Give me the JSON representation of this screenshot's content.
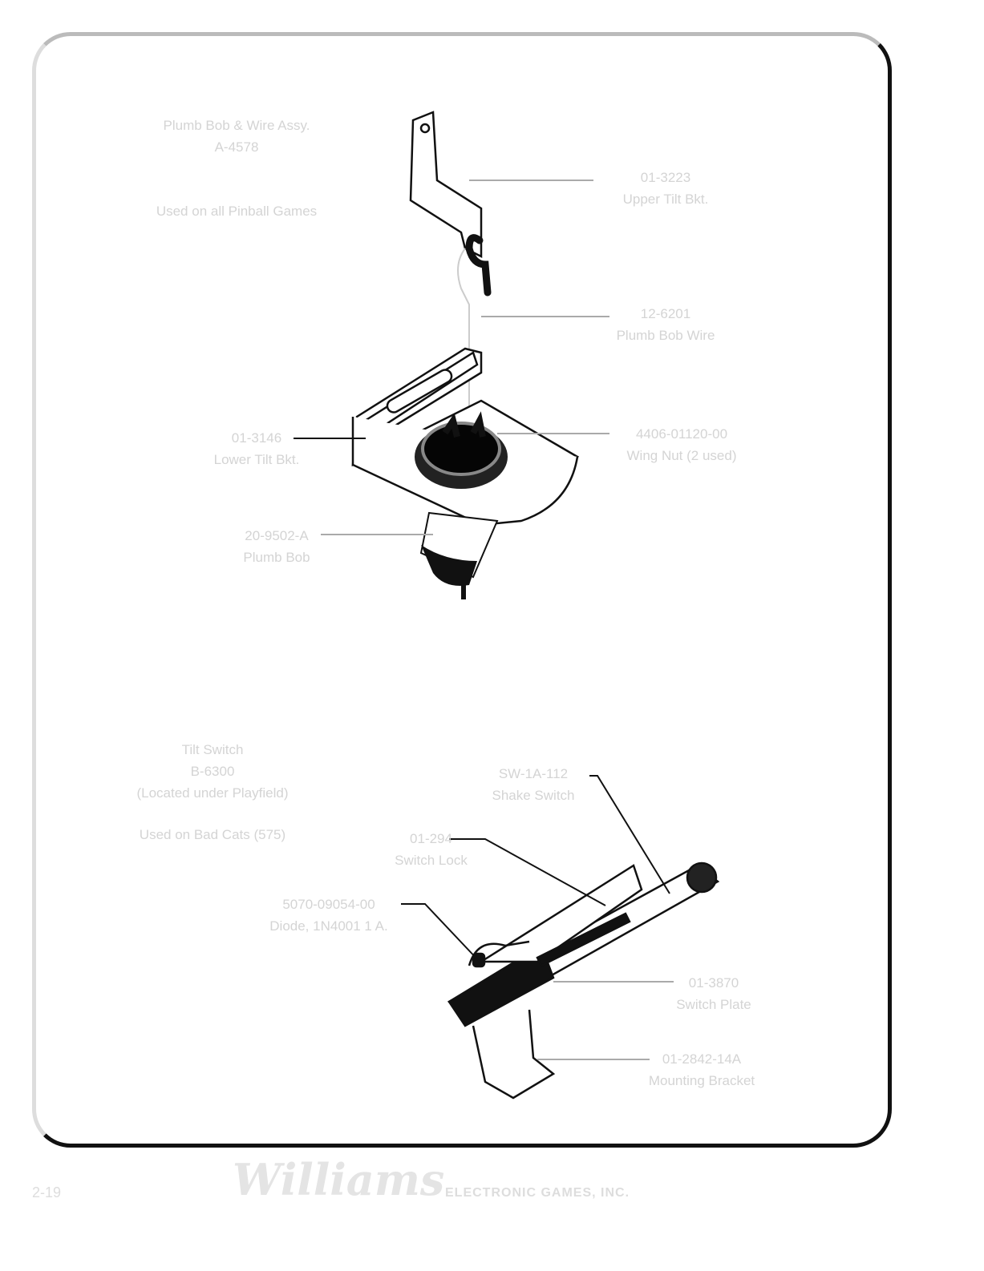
{
  "assembly_top": {
    "title": "Plumb Bob & Wire Assy.",
    "part": "A-4578",
    "note": "Used on all Pinball Games",
    "callouts": [
      {
        "part": "01-3223",
        "name": "Upper Tilt Bkt."
      },
      {
        "part": "12-6201",
        "name": "Plumb Bob Wire"
      },
      {
        "part": "01-3146",
        "name": "Lower Tilt Bkt."
      },
      {
        "part": "4406-01120-00",
        "name": "Wing Nut (2 used)"
      },
      {
        "part": "20-9502-A",
        "name": "Plumb Bob"
      }
    ]
  },
  "assembly_bottom": {
    "title": "Tilt Switch",
    "part": "B-6300",
    "location": "(Located under Playfield)",
    "note": "Used on Bad Cats (575)",
    "callouts": [
      {
        "part": "SW-1A-112",
        "name": "Shake Switch"
      },
      {
        "part": "01-294",
        "name": "Switch Lock"
      },
      {
        "part": "5070-09054-00",
        "name": "Diode, 1N4001 1 A."
      },
      {
        "part": "01-3870",
        "name": "Switch Plate"
      },
      {
        "part": "01-2842-14A",
        "name": "Mounting Bracket"
      }
    ]
  },
  "footer": {
    "page_number": "2-19",
    "logo": "Williams",
    "company": "ELECTRONIC GAMES, INC."
  }
}
